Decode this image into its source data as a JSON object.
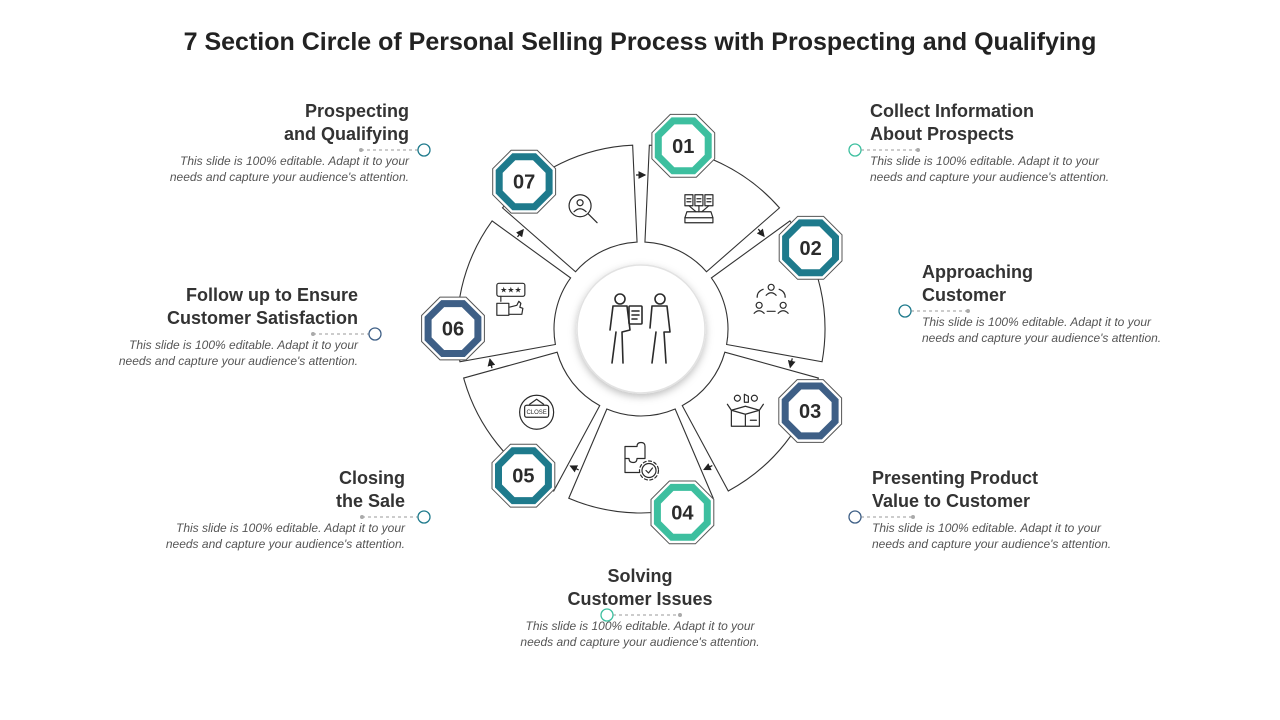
{
  "title": "7 Section Circle of Personal Selling Process with Prospecting and Qualifying",
  "colors": {
    "teal": "#3dbf9f",
    "dark_teal": "#1e7a8c",
    "navy": "#3e5f86",
    "outline": "#333333"
  },
  "steps": [
    {
      "number": "01",
      "heading": "Collect Information\nAbout Prospects",
      "description": "This slide is 100% editable. Adapt it to your needs and capture your audience's attention.",
      "icon": "documents-tray-icon",
      "color": "teal"
    },
    {
      "number": "02",
      "heading": "Approaching\nCustomer",
      "description": "This slide is 100% editable. Adapt it to your needs and capture your audience's attention.",
      "icon": "people-cycle-icon",
      "color": "dark_teal"
    },
    {
      "number": "03",
      "heading": "Presenting Product\nValue to Customer",
      "description": "This slide is 100% editable. Adapt it to your needs and capture your audience's attention.",
      "icon": "product-box-icon",
      "color": "navy"
    },
    {
      "number": "04",
      "heading": "Solving\nCustomer Issues",
      "description": "This slide is 100% editable. Adapt it to your needs and capture your audience's attention.",
      "icon": "puzzle-gear-icon",
      "color": "teal"
    },
    {
      "number": "05",
      "heading": "Closing\nthe Sale",
      "description": "This slide is 100% editable. Adapt it to your needs and capture your audience's attention.",
      "icon": "close-sign-icon",
      "color": "dark_teal"
    },
    {
      "number": "06",
      "heading": "Follow up to Ensure\nCustomer Satisfaction",
      "description": "This slide is 100% editable. Adapt it to your needs and capture your audience's attention.",
      "icon": "rating-feedback-icon",
      "color": "navy"
    },
    {
      "number": "07",
      "heading": "Prospecting\nand Qualifying",
      "description": "This slide is 100% editable. Adapt it to your needs and capture your audience's attention.",
      "icon": "magnifier-person-icon",
      "color": "dark_teal"
    }
  ],
  "center_icon": "salesperson-customer-icon"
}
